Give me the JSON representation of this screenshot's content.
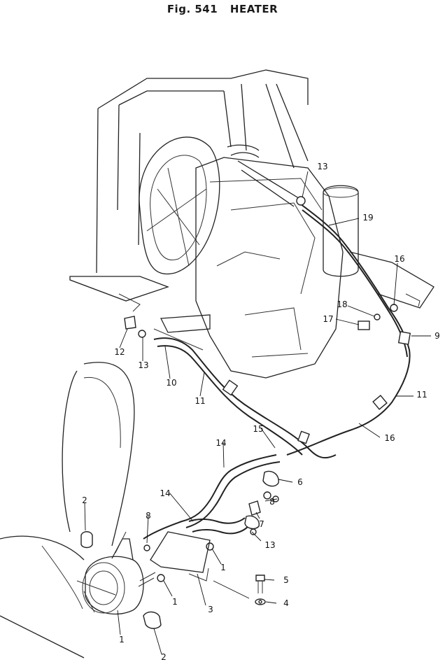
{
  "figure": {
    "number": "Fig. 541",
    "title": "HEATER"
  },
  "callouts": {
    "c1a": "1",
    "c1b": "1",
    "c1c": "1",
    "c2a": "2",
    "c2b": "2",
    "c3": "3",
    "c4": "4",
    "c5": "5",
    "c6": "6",
    "c7": "7",
    "c8a": "8",
    "c8b": "8",
    "c9": "9",
    "c10": "10",
    "c11a": "11",
    "c11b": "11",
    "c12": "12",
    "c13a": "13",
    "c13b": "13",
    "c13c": "13",
    "c14a": "14",
    "c14b": "14",
    "c15": "15",
    "c16a": "16",
    "c16b": "16",
    "c17": "17",
    "c18": "18",
    "c19": "19"
  }
}
